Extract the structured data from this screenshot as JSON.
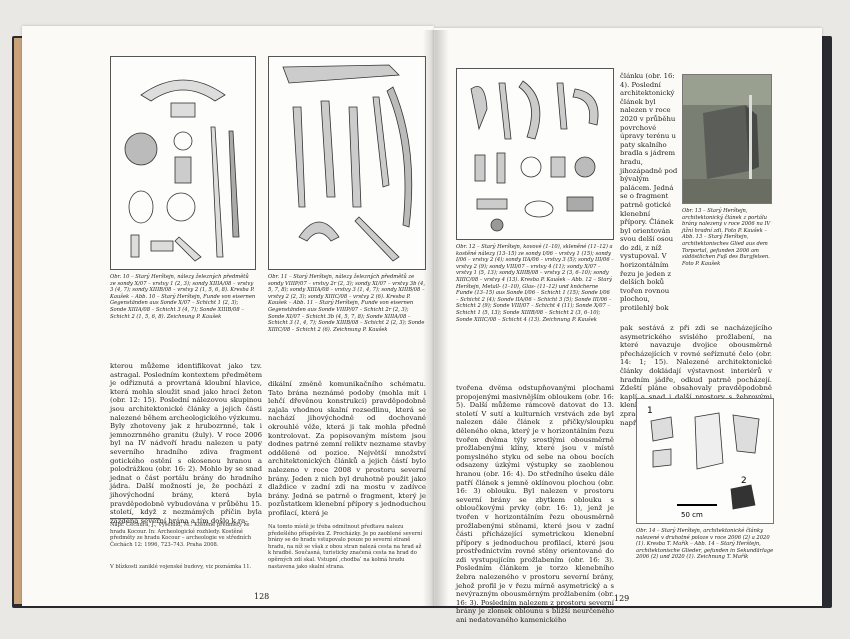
{
  "page_left": {
    "page_number": "128",
    "fig10_caption": "Obr. 10 – Starý Herštejn, nálezy železných předmětů ze sondy X/07 – vrstvy 1 (2, 3); sondy XIIIA/08 – vrstvy 3 (4, 7); sondy XIIIB/08 – vrstvy 2 (1, 5, 6, 8). Kresba P. Kaušek – Abb. 10 – Starý Herštejn, Funde von eisernen Gegenständen aus Sonde X/07 – Schicht 1 (2, 3); Sonde XIIIA/08 – Schicht 3 (4, 7); Sonde XIIIB/08 – Schicht 2 (1, 5, 6, 8). Zeichnung P. Kaušek",
    "fig11_caption": "Obr. 11 – Starý Herštejn, nálezy železných předmětů ze sondy VIIIP/07 – vrstvy 2r (2, 3); sondy XI/07 – vrstvy 3b (4, 5, 7, 8); sondy XIIIA/08 – vrstvy 3 (1, 4, 7); sondy XIIIB/08 – vrstvy 2 (2, 3); sondy XIIIC/08 – vrstvy 2 (6). Kresba P. Kaušek – Abb. 11 – Starý Herštejn, Funde von eisernen Gegenständen aus Sonde VIIIP/07 – Schicht 2r (2, 3); Sonde XI/07 – Schicht 3b (4, 5, 7, 8); Sonde XIIIA/08 – Schicht 3 (1, 4, 7); Sonde XIIIB/08 – Schicht 2 (2, 3); Sonde XIIIC/08 – Schicht 2 (6). Zeichnung P. Kaušek",
    "col1_text": "kterou můžeme identifikovat jako tzv. astragal. Posledním kontextem předmětem je odřiznutá a provrtaná kloubní hlavice, která mohla sloužit snad jako hrací žeton (obr. 12: 15). Poslední nálezovou skupinou jsou architektonické články a jejich části nalezené během archeologického výzkumu. Byly zhotoveny jak z hrubozrnné, tak i jemnozrnného granitu (žuly). V roce 2006 byl na IV nádvoří hradu nalezen u paty severního hradního zdiva fragment gotického ostění s okosenou hranou a polodrážkou (obr. 16: 2). Mohlo by se snad jednat o část portálu brány do hradního jádra. Další možností je, že pochází z jihovýchodní brány, která byla pravděpodobně vybudována v průběhu 15. století, když z nezmámých příčin byla zazděna severní brána a tím došlo k ra-",
    "col2_text": "dikální změně komunikačního schématu. Tato brána neznámé podoby (mohla mít i lehčí dřevěnou konstrukci) pravděpodobně zajala vhodnou skalní rozsedlinu, která se nachází jihovýchodně od dochované okrouhlé věže, která ji tak mohla předně kontrolovat. Za popisovaným místem jsou dodnes patrné zemní reliktv nezname stavby oddělené od pozice. Největší množství architektonických článků a jejich částí bylo nalezeno v roce 2008 v prostoru severní brány. Jeden z nich byl druhotně použit jako dlaždice v zadní zdi na mostu v zadívce brány. Jedná se patrně o fragment, který je pozůstatkem klenební přípory s jednoduchou profilací, která je",
    "footnotes": [
      "Např. Čechura, J., Vyšehlíd, M.: Kostěné předměty ze hradu Kocour. In: Archeologické rozhledy. Kostěné předměty ze hradu Kocour – archeologie ve středních Čechách 12: 1996, 723–743. Praha 2008.",
      "V blízkosti zaniklé vojenské budovy, viz poznámka 11.",
      "Na tomto místě je třeba odmítnout předtavu nalezu předešlého příspěvku Z. Procházky. Je po zaoblené severní brány se do hradu vstupovalo pouze po severní straně hradu, na níž se však z obou stran nalezá cesta na hrad až k hradbě. Současná, turisticky značená cesta na hrad do opěrných zdí skal. Vstupní ‚chodba‘ na kolmá hradu nastavena jako skalní strana."
    ]
  },
  "page_right": {
    "page_number": "129",
    "fig12_caption": "Obr. 12 – Starý Herštejn, kovové (1–10), skleněné (11–12) a kostěné nálezy (13–15) ze sondy I/06 – vrstvy 1 (15); sondy I/06 – vrstvy 2 (4); sondy IIA/06 – vrstvy 3 (5); sondy III/06 – vrstvy 2 (9); sondy VIII/07 – vrstvy 4 (11); sondy X/07 – vrstvy 1 (5, 13); sondy XIIIB/08 – vrstvy 2 (3, 6–10); sondy XIIIC/08 – vrstvy 4 (13). Kresba P. Kaušek – Abb. 12 – Starý Herštejn, Metall- (1–10), Glas- (11–12) und knöcherne Funde (13–15) aus Sonde I/06 – Schicht 1 (15); Sonde I/06 – Schicht 2 (4); Sonde IIA/06 – Schicht 3 (5); Sonde III/06 – Schicht 2 (9); Sonde VIII/07 – Schicht 4 (11); Sonde X/07 – Schicht 1 (5, 13); Sonde XIIIB/08 – Schicht 2 (3, 6–10); Sonde XIIIC/08 – Schicht 4 (13). Zeichnung P. Kaušek",
    "fig13_caption": "Obr. 13 – Starý Herštejn, architektonický článek z portálu brány nalezený v roce 2006 na IV jižní hradní zdi. Foto P. Kaušek – Abb. 13 – Starý Herštejn, architektonisches Glied aus dem Torportal, gefunden 2006 am südöstlichen Fuß des Burgfelsen. Foto P. Kaušek",
    "fig14_caption": "Obr. 14 – Starý Herštejn, architektonické články nalezené v druhotné poloze v roce 2006 (2) a 2020 (1). Kresba T. Mařík – Abb. 14 – Starý Herštejn, architektonische Glieder, gefunden in Sekundärlage 2006 (2) und 2020 (1). Zeichnung T. Mařík",
    "fig14_labels": [
      "1",
      "2",
      "50 cm"
    ],
    "narrow_text": "článku (obr. 16: 4). Poslední architektonický článek byl nalezen v roce 2020 v průběhu povrchové úpravy terénu u paty skalního bradla s jádrem hradu, jihozápadně pod bývalým palácem. Jedná se o fragment patrně gotické klenební přípory. Článek byl orientován svou delší osou do zdi, z níž vystupoval. V horizontálním řezu je jeden z delších boků tvořen rovnou plochou, protilehlý bok",
    "right_col_text": "pak sestává z při zdi se nacházejícího asymetrického svislého prožlabení, na které navazuje dvojice obousměrně přecházejících v rovné seříznuté čelo (obr. 14: 1; 15). Nalezené architektonické články dokládají výstavnost interiérů v hradním jádře, odkud patrně pocházejí. Zdeští pláne obsahovaly pravděpodobně kaplí a snad i další prostory s žebrovými klenbami i dalšími pomerně kvalitně zpracovanými architektonickými prvky, např. vícedílná okna. Realizaci této",
    "col1_text": "tvořena dvěma odstupňovanými plochami propojenými masivnějším obloukem (obr. 16: 5). Další můžeme rámcově datovat do 13. století V sutí a kulturních vrstvách zde byl nalezen dále článek z přičky/sloupku děleného okna, který je v horizontálním řezu tvořen dvěma týly srostlými obousměrně prožlabenými klíny, které jsou v místě pomyslného styku od sebe na obou bocích odsazeny úzkými výstupky se zaoblenou hranou (obr. 16: 4). Do středního úseku dále patří článek s jemně oklínovou plochou (obr. 16: 3) oblouku. Byl nalezen v prostoru severní brány se zbytkem oblouku s obloučkovými prvky (obr. 16: 1), jenž je tvořen v horizontálním řezu obousměrně prožlabenými stěnami, které jsou v zadní části přicházející symetrickou klenební přípory s jednoduchou profilací, které jsou prostřednictvím rovné stěny orientované do zdi vystupujícím prožlabením (obr. 16: 3). Posledním článkem je torzo klenebního žebra nalezeného v prostoru severní brány, jehož profil je v řezu mírně asymetrický a s nevýrazným obousměrným prožlabením (obr. 16: 3). Posledním nalezem z prostoru severní brány je zlomek oblounu s bližší neurčeného ani nedatovaného kamenického"
  }
}
